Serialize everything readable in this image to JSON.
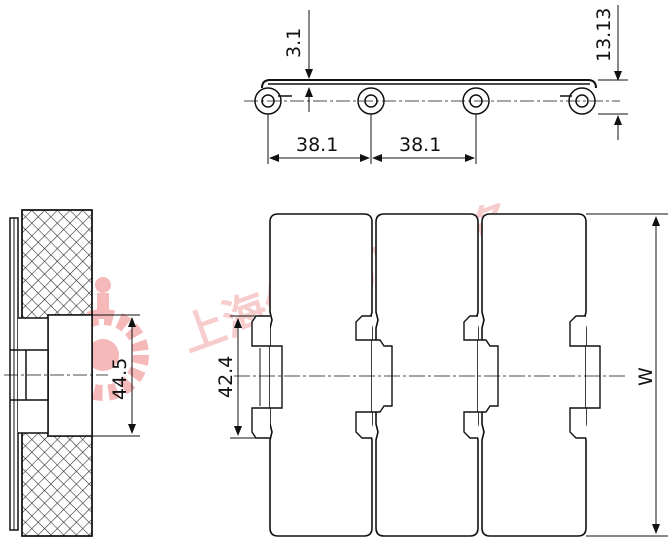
{
  "dimensions": {
    "hinge_offset": "3.1",
    "chain_height": "13.13",
    "pitch_left": "38.1",
    "pitch_right": "38.1",
    "tab_width": "42.4",
    "slot_width": "44.5",
    "plate_width": "W"
  },
  "watermark": {
    "text": "上海幻速机械设备",
    "color": "#f0a0a0"
  },
  "colors": {
    "line": "#111111",
    "hatch": "#222222"
  }
}
